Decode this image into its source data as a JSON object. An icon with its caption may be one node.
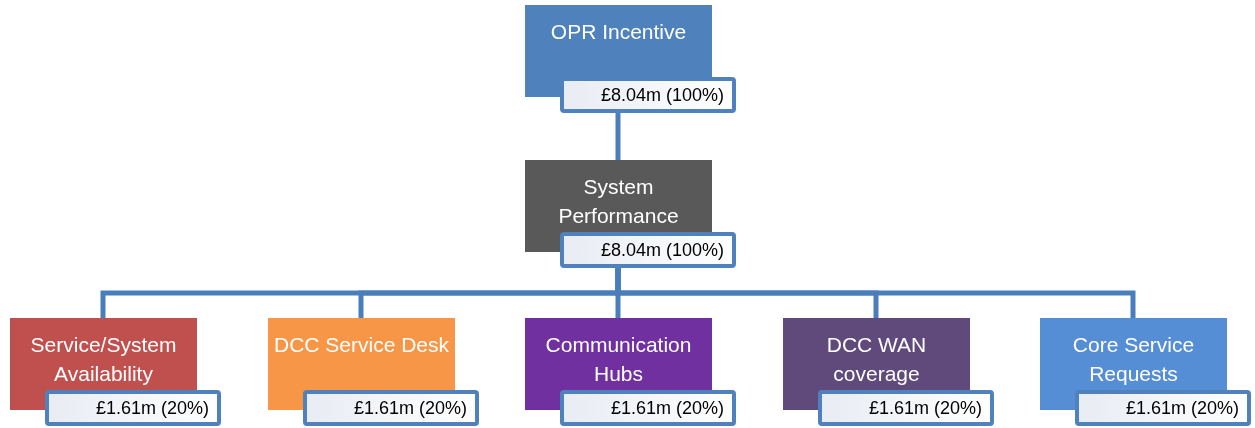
{
  "diagram": {
    "nodes": [
      {
        "text": [
          "OPR Incentive",
          "£8.04m (100%)"
        ]
      },
      {
        "text": [
          "System Performance",
          "£8.04m (100%)"
        ]
      },
      {
        "text": [
          "Service/System Availability",
          "£1.61m (20%)"
        ]
      },
      {
        "text": [
          "DCC Service Desk",
          "£1.61m (20%)"
        ]
      },
      {
        "text": [
          "Communication Hubs",
          "£1.61m (20%)"
        ]
      },
      {
        "text": [
          "DCC WAN coverage",
          "£1.61m (20%)"
        ]
      },
      {
        "text": [
          "Core Service Requests",
          "£1.61m (20%)"
        ]
      }
    ],
    "edges": [
      {
        "from": 0,
        "to": 1,
        "arrow": "none"
      },
      {
        "from": 1,
        "to": 2,
        "arrow": "none"
      },
      {
        "from": 1,
        "to": 3,
        "arrow": "none"
      },
      {
        "from": 1,
        "to": 4,
        "arrow": "none"
      },
      {
        "from": 1,
        "to": 5,
        "arrow": "none"
      },
      {
        "from": 1,
        "to": 6,
        "arrow": "none"
      }
    ]
  }
}
